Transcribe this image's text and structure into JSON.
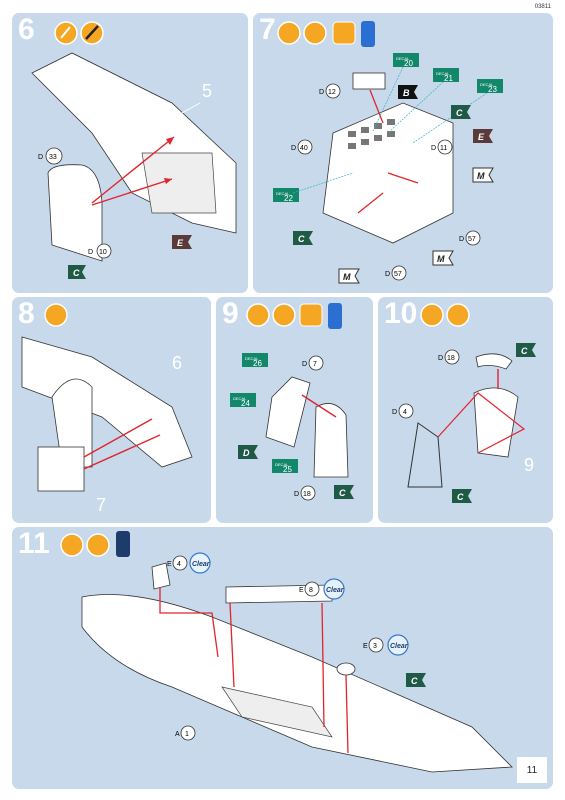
{
  "doc_number": "03811",
  "page_number": "11",
  "steps": [
    {
      "number": "6",
      "big_labels": [
        "5"
      ],
      "parts": [
        {
          "sprue": "D",
          "num": "33"
        },
        {
          "sprue": "D",
          "num": "10"
        }
      ],
      "flags": [
        "C",
        "E"
      ]
    },
    {
      "number": "7",
      "decals": [
        {
          "tag": "DECAL",
          "num": "20"
        },
        {
          "tag": "DECAL",
          "num": "21"
        },
        {
          "tag": "DECAL",
          "num": "23"
        },
        {
          "tag": "DECAL",
          "num": "22"
        }
      ],
      "parts": [
        {
          "sprue": "D",
          "num": "12"
        },
        {
          "sprue": "D",
          "num": "40"
        },
        {
          "sprue": "D",
          "num": "11"
        },
        {
          "sprue": "D",
          "num": "57"
        },
        {
          "sprue": "D",
          "num": "57"
        }
      ],
      "flags": [
        "B",
        "C",
        "E",
        "M",
        "C",
        "M",
        "M"
      ],
      "paint": "blue"
    },
    {
      "number": "8",
      "big_labels": [
        "6",
        "7"
      ]
    },
    {
      "number": "9",
      "decals": [
        {
          "tag": "DECAL",
          "num": "26"
        },
        {
          "tag": "DECAL",
          "num": "24"
        },
        {
          "tag": "DECAL",
          "num": "25"
        }
      ],
      "parts": [
        {
          "sprue": "D",
          "num": "7"
        },
        {
          "sprue": "D",
          "num": "18"
        }
      ],
      "flags": [
        "D",
        "C"
      ]
    },
    {
      "number": "10",
      "big_labels": [
        "9"
      ],
      "parts": [
        {
          "sprue": "D",
          "num": "18"
        },
        {
          "sprue": "D",
          "num": "4"
        }
      ],
      "flags": [
        "C",
        "C"
      ]
    },
    {
      "number": "11",
      "parts": [
        {
          "sprue": "E",
          "num": "4"
        },
        {
          "sprue": "E",
          "num": "8"
        },
        {
          "sprue": "E",
          "num": "3"
        },
        {
          "sprue": "A",
          "num": "1"
        }
      ],
      "clear_label": "Clear",
      "flags": [
        "C"
      ]
    }
  ],
  "colors": {
    "panel": "#c7d9ea",
    "flag_green": "#1f5a46",
    "flag_brown": "#5b3a3a",
    "decal_teal": "#13876a",
    "arrow": "#e2242c",
    "leader": "#3bb3c9"
  }
}
